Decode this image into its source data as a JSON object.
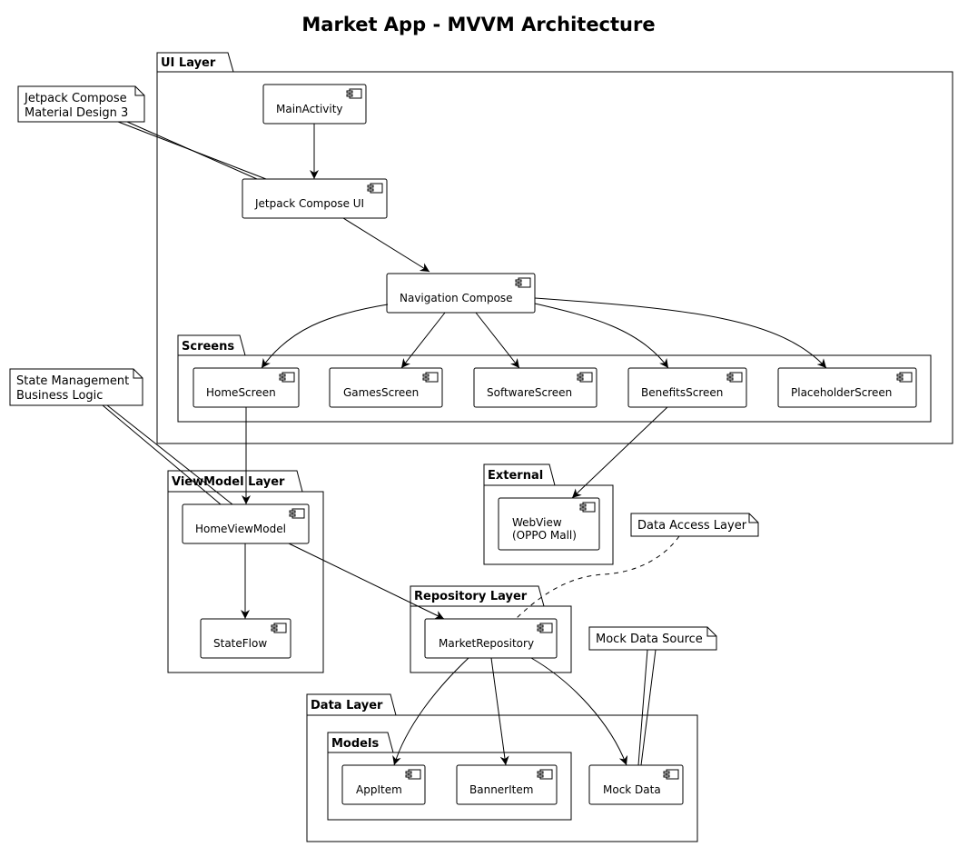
{
  "title": "Market App - MVVM Architecture",
  "packages": {
    "ui_layer": "UI Layer",
    "screens": "Screens",
    "viewmodel_layer": "ViewModel Layer",
    "external": "External",
    "repository_layer": "Repository Layer",
    "data_layer": "Data Layer",
    "models": "Models"
  },
  "components": {
    "main_activity": "MainActivity",
    "compose_ui": "Jetpack Compose UI",
    "navigation": "Navigation Compose",
    "home_screen": "HomeScreen",
    "games_screen": "GamesScreen",
    "software_screen": "SoftwareScreen",
    "benefits_screen": "BenefitsScreen",
    "placeholder_screen": "PlaceholderScreen",
    "home_viewmodel": "HomeViewModel",
    "stateflow": "StateFlow",
    "webview_line1": "WebView",
    "webview_line2": "(OPPO Mall)",
    "market_repository": "MarketRepository",
    "app_item": "AppItem",
    "banner_item": "BannerItem",
    "mock_data": "Mock Data"
  },
  "notes": {
    "compose_line1": "Jetpack Compose",
    "compose_line2": "Material Design 3",
    "state_line1": "State Management",
    "state_line2": "Business Logic",
    "data_access": "Data Access Layer",
    "mock_source": "Mock Data Source"
  }
}
